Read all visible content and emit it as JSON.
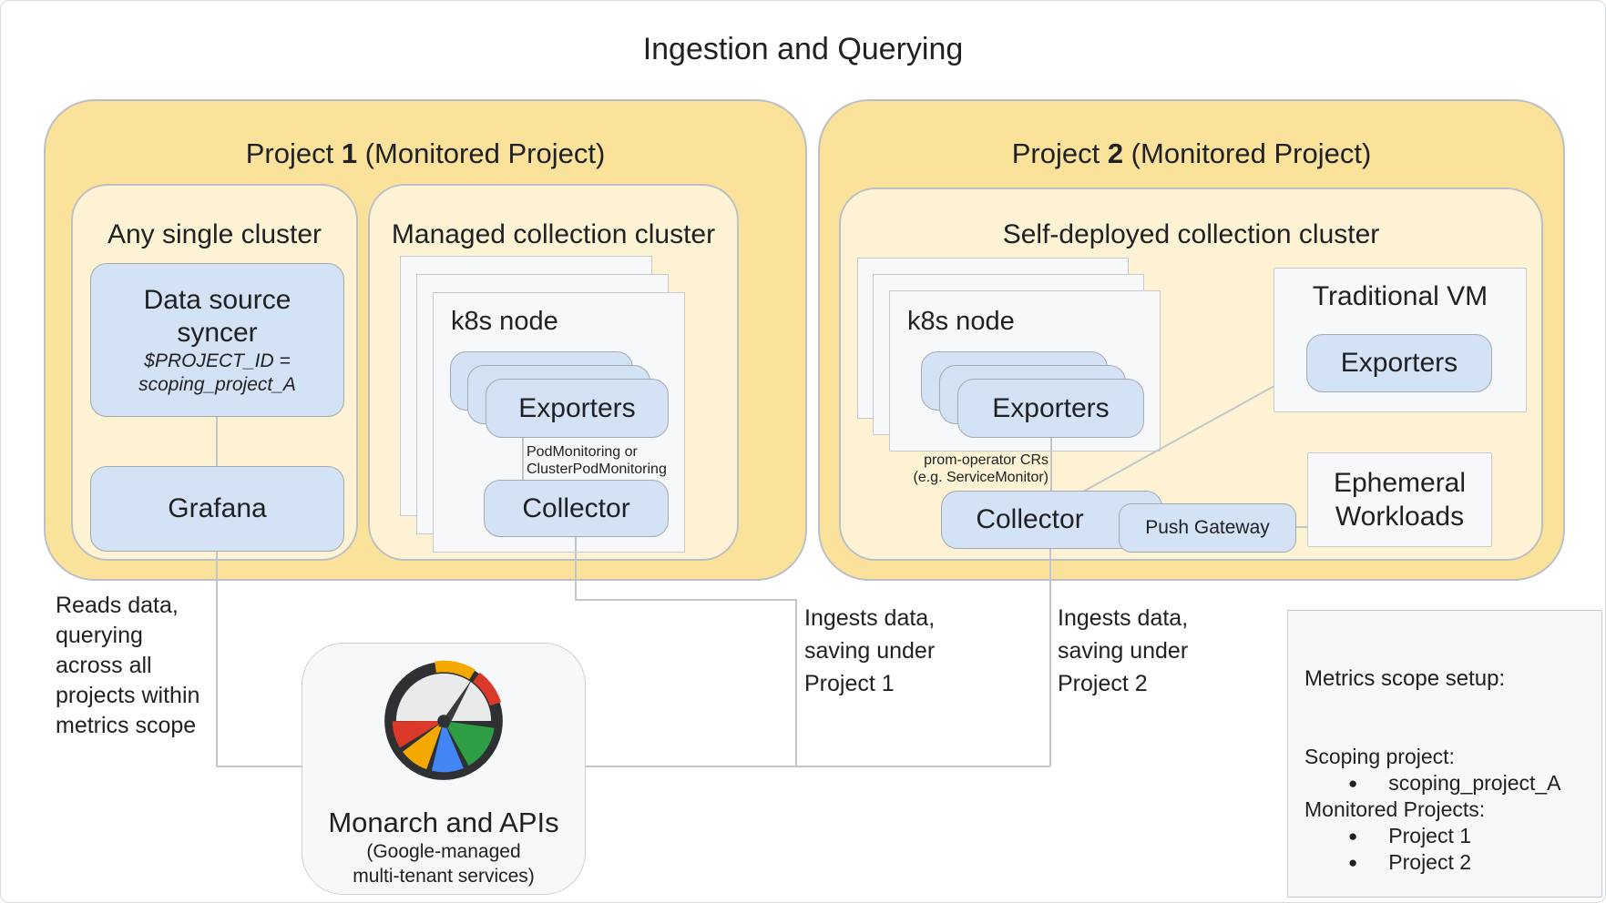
{
  "title": "Ingestion and Querying",
  "project1": {
    "label_prefix": "Project ",
    "label_num": "1",
    "label_suffix": " (Monitored Project)",
    "any_cluster": {
      "title": "Any single cluster",
      "syncer": {
        "line1": "Data source",
        "line2": "syncer",
        "param_line1": "$PROJECT_ID =",
        "param_line2": "scoping_project_A"
      },
      "grafana": "Grafana"
    },
    "managed_cluster": {
      "title": "Managed collection cluster",
      "node": "k8s node",
      "exporters": "Exporters",
      "annotation_line1": "PodMonitoring or",
      "annotation_line2": "ClusterPodMonitoring",
      "collector": "Collector"
    }
  },
  "project2": {
    "label_prefix": "Project ",
    "label_num": "2",
    "label_suffix": " (Monitored Project)",
    "self_cluster": {
      "title": "Self-deployed collection cluster",
      "node": "k8s node",
      "exporters": "Exporters",
      "annotation_line1": "prom-operator CRs",
      "annotation_line2": "(e.g. ServiceMonitor)",
      "collector": "Collector",
      "push_gateway": "Push Gateway"
    },
    "vm": {
      "title": "Traditional VM",
      "exporters": "Exporters"
    },
    "ephemeral": {
      "line1": "Ephemeral",
      "line2": "Workloads"
    }
  },
  "monarch": {
    "title": "Monarch and APIs",
    "subtitle_line1": "(Google-managed",
    "subtitle_line2": "multi-tenant services)",
    "icon": "gauge-icon"
  },
  "notes": {
    "reads": [
      "Reads data,",
      "querying",
      "across all",
      "projects within",
      "metrics scope"
    ],
    "ingest1": [
      "Ingests data,",
      "saving under",
      "Project 1"
    ],
    "ingest2": [
      "Ingests data,",
      "saving under",
      "Project 2"
    ]
  },
  "metrics_scope": {
    "title": "Metrics scope setup:",
    "scoping_label": "Scoping project:",
    "scoping_items": [
      "scoping_project_A"
    ],
    "monitored_label": "Monitored Projects:",
    "monitored_items": [
      "Project 1",
      "Project 2"
    ]
  },
  "colors": {
    "outer_yellow": "#FBE29B",
    "inner_yellow": "#FDF3D4",
    "node_blue": "#D3E2F4",
    "page_gray": "#F7F8FA",
    "line_gray": "#C2C6CA",
    "gauge_red": "#DB3A2A",
    "gauge_yellow": "#F5A800",
    "gauge_blue": "#4285F4",
    "gauge_green": "#2E9E44"
  }
}
